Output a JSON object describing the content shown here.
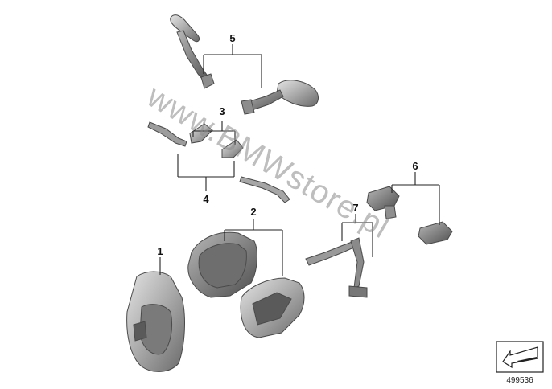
{
  "callouts": [
    {
      "id": "1",
      "label": "1"
    },
    {
      "id": "2",
      "label": "2"
    },
    {
      "id": "3",
      "label": "3"
    },
    {
      "id": "4",
      "label": "4"
    },
    {
      "id": "5",
      "label": "5"
    },
    {
      "id": "6",
      "label": "6"
    },
    {
      "id": "7",
      "label": "7"
    }
  ],
  "watermark": "www.BMWstore.pl",
  "document_number": "499536",
  "colors": {
    "part_light": "#c9c9c9",
    "part_mid": "#9a9a9a",
    "part_dark": "#5e5e5e",
    "line": "#222222",
    "background": "#ffffff"
  },
  "icons": {
    "view_indicator": "arrow-view-icon"
  }
}
